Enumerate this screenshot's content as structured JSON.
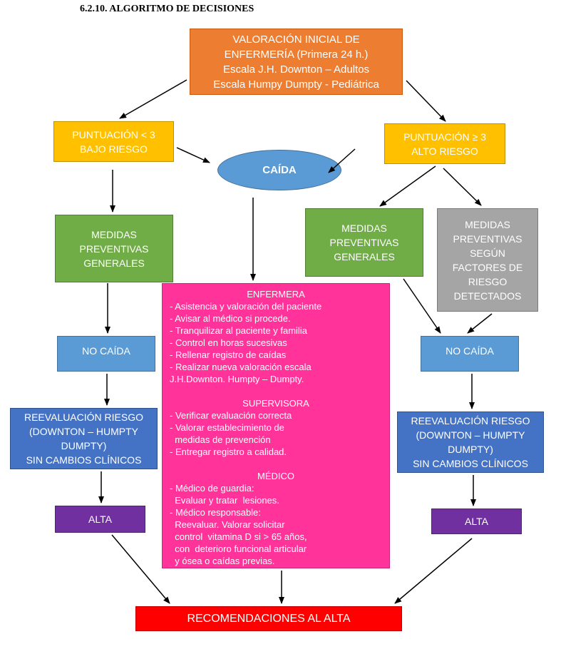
{
  "heading": "6.2.10. ALGORITMO DE DECISIONES",
  "initial": {
    "lines": [
      "VALORACIÓN INICIAL DE",
      "ENFERMERÍA (Primera 24 h.)",
      "Escala J.H. Downton – Adultos",
      "Escala Humpy Dumpty - Pediátrica"
    ]
  },
  "low_score": {
    "lines": [
      "PUNTUACIÓN < 3",
      "BAJO RIESGO"
    ]
  },
  "high_score": {
    "lines": [
      "PUNTUACIÓN ≥ 3",
      "ALTO RIESGO"
    ]
  },
  "fall": {
    "label": "CAÍDA"
  },
  "left": {
    "measures": [
      "MEDIDAS",
      "PREVENTIVAS",
      "GENERALES"
    ],
    "no_fall": "NO CAÍDA",
    "reeval": [
      "REEVALUACIÓN RIESGO",
      "(DOWNTON – HUMPTY",
      "DUMPTY)",
      "SIN CAMBIOS CLÍNICOS"
    ],
    "discharge": "ALTA"
  },
  "right": {
    "measures": [
      "MEDIDAS",
      "PREVENTIVAS",
      "GENERALES"
    ],
    "measures_specific": [
      "MEDIDAS",
      "PREVENTIVAS",
      "SEGÚN",
      "FACTORES DE",
      "RIESGO",
      "DETECTADOS"
    ],
    "no_fall": "NO CAÍDA",
    "reeval": [
      "REEVALUACIÓN RIESGO",
      "(DOWNTON – HUMPTY",
      "DUMPTY)",
      "SIN CAMBIOS CLÍNICOS"
    ],
    "discharge": "ALTA"
  },
  "actions": {
    "nurse_title": "ENFERMERA",
    "nurse_items": [
      "- Asistencia y valoración del paciente",
      "- Avisar al médico si procede.",
      "- Tranquilizar al paciente y familia",
      "- Control en horas sucesivas",
      "- Rellenar registro de caídas",
      "- Realizar nueva valoración escala",
      "J.H.Downton. Humpty – Dumpty."
    ],
    "supervisor_title": "SUPERVISORA",
    "supervisor_items": [
      "- Verificar evaluación correcta",
      "- Valorar establecimiento de",
      "  medidas de prevención",
      "- Entregar registro a calidad."
    ],
    "doctor_title": "MÉDICO",
    "doctor_items": [
      "- Médico de guardia:",
      "  Evaluar y tratar  lesiones.",
      "- Médico responsable:",
      "  Reevaluar. Valorar solicitar",
      "  control  vitamina D si > 65 años,",
      "  con  deterioro funcional articular",
      "  y ósea o caídas previas."
    ]
  },
  "final": {
    "label": "RECOMENDACIONES AL ALTA"
  },
  "colors": {
    "initial": "#ED7D31",
    "score": "#FFC000",
    "fall": "#5B9BD5",
    "measures": "#70AD47",
    "specific": "#A5A5A5",
    "no_fall": "#5B9BD5",
    "reeval": "#4472C4",
    "discharge": "#7030A0",
    "actions": "#FF3399",
    "final": "#FF0000"
  }
}
